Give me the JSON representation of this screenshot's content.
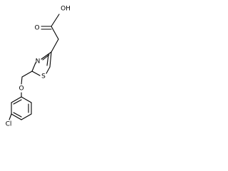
{
  "structure": {
    "atoms": {
      "hydroxyl": "OH",
      "carbonyl_oxygen": "O",
      "nitrogen": "N",
      "sulfur": "S",
      "ether_oxygen": "O",
      "chlorine": "Cl"
    },
    "colors": {
      "bond": "#000000",
      "label": "#000000",
      "background": "#ffffff"
    }
  }
}
